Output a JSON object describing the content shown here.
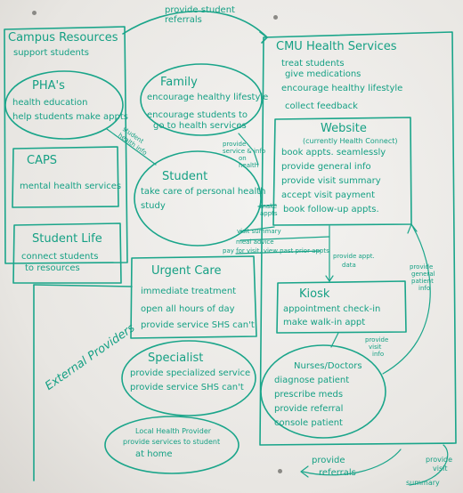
{
  "top_arrow_label": "provide student referrals",
  "campus": {
    "title": "Campus Resources",
    "subtitle": "support students",
    "pha": {
      "title": "PHA's",
      "items": [
        "health education",
        "help students make appts"
      ]
    },
    "caps": {
      "title": "CAPS",
      "items": [
        "mental health services"
      ]
    },
    "student_life": {
      "title": "Student Life",
      "items": [
        "connect students",
        "to resources"
      ]
    }
  },
  "family": {
    "title": "Family",
    "items": [
      "encourage healthy lifestyle",
      "encourage students to",
      "go to health services"
    ]
  },
  "student": {
    "title": "Student",
    "items": [
      "take care of personal health",
      "study"
    ]
  },
  "cmu": {
    "title": "CMU Health Services",
    "items": [
      "treat students",
      "give medications",
      "encourage healthy lifestyle",
      "collect feedback"
    ],
    "website": {
      "title": "Website",
      "subtitle": "(currently Health Connect)",
      "items": [
        "book appts. seamlessly",
        "provide general info",
        "provide visit summary",
        "accept visit payment",
        "book follow-up appts."
      ]
    },
    "kiosk": {
      "title": "Kiosk",
      "items": [
        "appointment check-in",
        "make walk-in appt"
      ]
    },
    "nurses": {
      "title": "Nurses/Doctors",
      "items": [
        "diagnose patient",
        "prescribe meds",
        "provide referral",
        "console patient"
      ]
    }
  },
  "urgent_care": {
    "title": "Urgent Care",
    "items": [
      "immediate treatment",
      "open all hours of day",
      "provide service SHS can't"
    ]
  },
  "specialist": {
    "title": "Specialist",
    "items": [
      "provide specialized service",
      "provide service SHS can't"
    ]
  },
  "local_health": {
    "lines": [
      "Local Health Provider",
      "provide services to student",
      "at home"
    ]
  },
  "external_providers": "External Providers",
  "arrows": {
    "referrals_bottom": [
      "provide",
      "referrals"
    ],
    "provide_appt_data": [
      "provide appt.",
      "data"
    ],
    "provide_general_info": [
      "provide",
      "general",
      "patient",
      "info"
    ],
    "provide_visit_info": [
      "provide",
      "visit",
      "info"
    ],
    "provide_visit_summary": [
      "provide",
      "visit",
      "summary"
    ],
    "make_appts": [
      "make",
      "appts"
    ],
    "visit_summary": [
      "visit summary"
    ],
    "meal_advice": [
      "meal advice",
      "pay for visit, view past prior appts"
    ],
    "student_health_info": [
      "student",
      "health info"
    ],
    "family_service": [
      "provide",
      "service & info",
      "on",
      "health"
    ]
  }
}
